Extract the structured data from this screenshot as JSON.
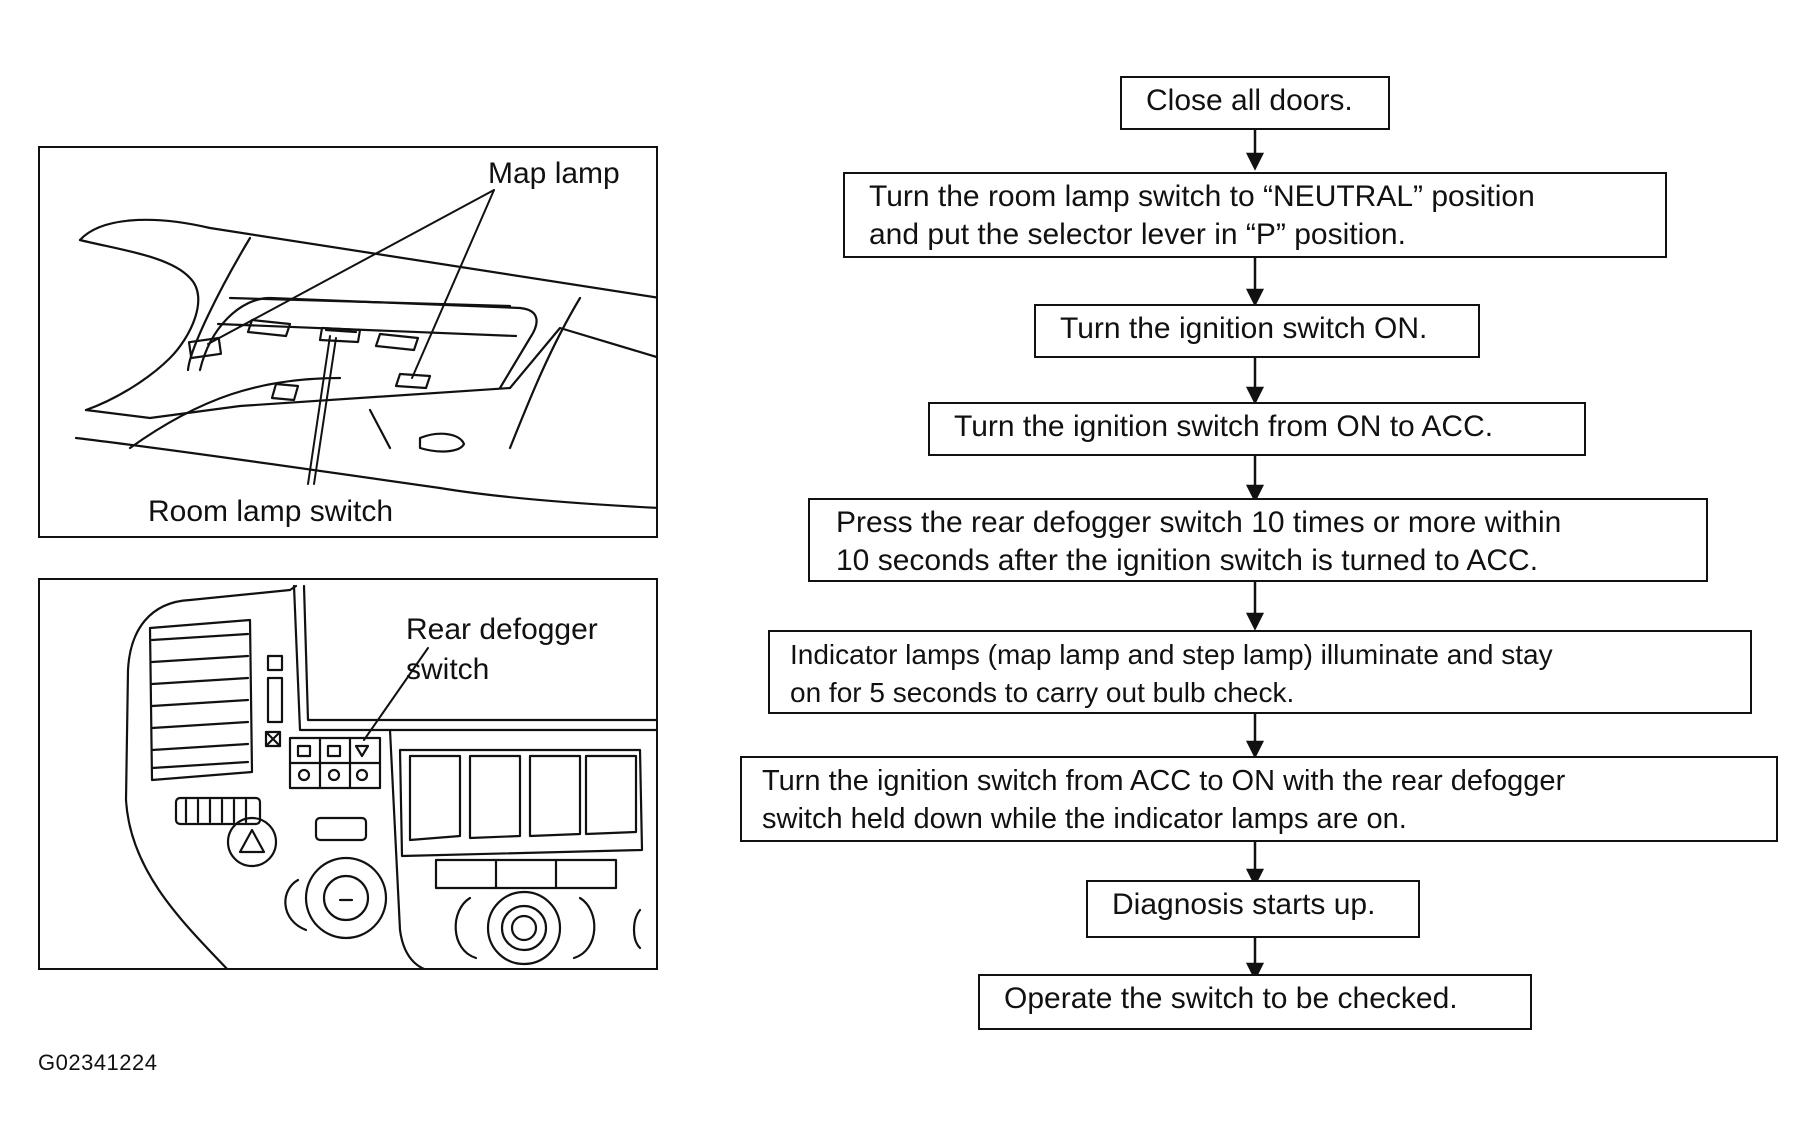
{
  "illustrations": {
    "overhead_console": {
      "map_lamp_label": "Map lamp",
      "room_lamp_switch_label": "Room lamp switch"
    },
    "instrument_panel": {
      "rear_defogger_label_line1": "Rear defogger",
      "rear_defogger_label_line2": "switch"
    }
  },
  "flowchart": {
    "steps": [
      {
        "lines": [
          "Close all doors."
        ]
      },
      {
        "lines": [
          "Turn the room lamp switch to “NEUTRAL” position",
          "and put the selector lever in “P” position."
        ]
      },
      {
        "lines": [
          "Turn the ignition switch ON."
        ]
      },
      {
        "lines": [
          "Turn the ignition switch from ON to ACC."
        ]
      },
      {
        "lines": [
          "Press the rear defogger switch 10 times or more within",
          "10 seconds after the ignition switch is turned to ACC."
        ]
      },
      {
        "lines": [
          "Indicator lamps (map lamp and step lamp) illuminate and stay",
          "on for 5 seconds to carry out bulb check."
        ]
      },
      {
        "lines": [
          "Turn the ignition switch from ACC to ON with the rear defogger",
          "switch held down while the indicator lamps are on."
        ]
      },
      {
        "lines": [
          "Diagnosis starts up."
        ]
      },
      {
        "lines": [
          "Operate the switch to be checked."
        ]
      }
    ]
  },
  "figure_id": "G02341224"
}
